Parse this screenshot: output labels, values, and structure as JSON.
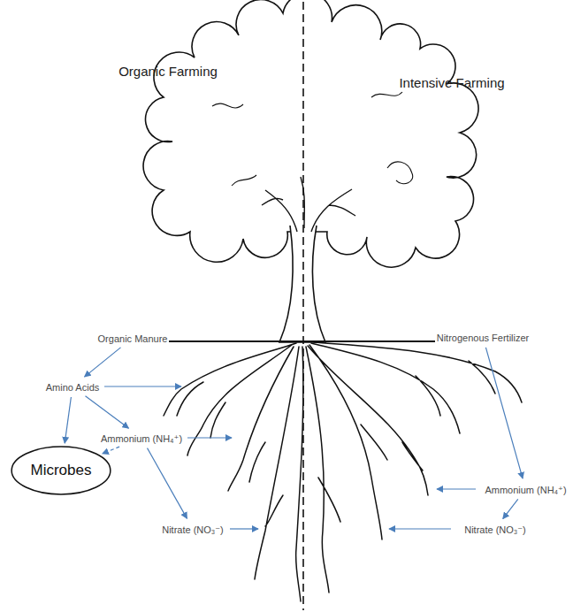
{
  "diagram": {
    "nodes": [
      {
        "text": [
          "Organic Manure"
        ]
      },
      {
        "text": [
          "Amino Acids"
        ]
      },
      {
        "text": [
          "Ammonium (NH₄⁺)"
        ]
      },
      {
        "text": [
          "Microbes"
        ]
      },
      {
        "text": [
          "Nitrate (NO₃⁻)"
        ]
      },
      {
        "text": [
          "Nitrogenous Fertilizer"
        ]
      },
      {
        "text": [
          "Ammonium (NH₄⁺)"
        ]
      },
      {
        "text": [
          "Nitrate (NO₃⁻)"
        ]
      }
    ],
    "edges": [
      {
        "from": 0,
        "to": 1,
        "arrow": "to"
      },
      {
        "from": 1,
        "to": 3,
        "arrow": "to"
      },
      {
        "from": 1,
        "to": 2,
        "arrow": "to"
      },
      {
        "from": 2,
        "to": 3,
        "arrow": "to"
      },
      {
        "from": 2,
        "to": 4,
        "arrow": "to"
      },
      {
        "from": 5,
        "to": 6,
        "arrow": "to"
      },
      {
        "from": 6,
        "to": 7,
        "arrow": "to"
      }
    ],
    "labels": [
      "Organic Farming",
      "Intensive Farming"
    ]
  }
}
